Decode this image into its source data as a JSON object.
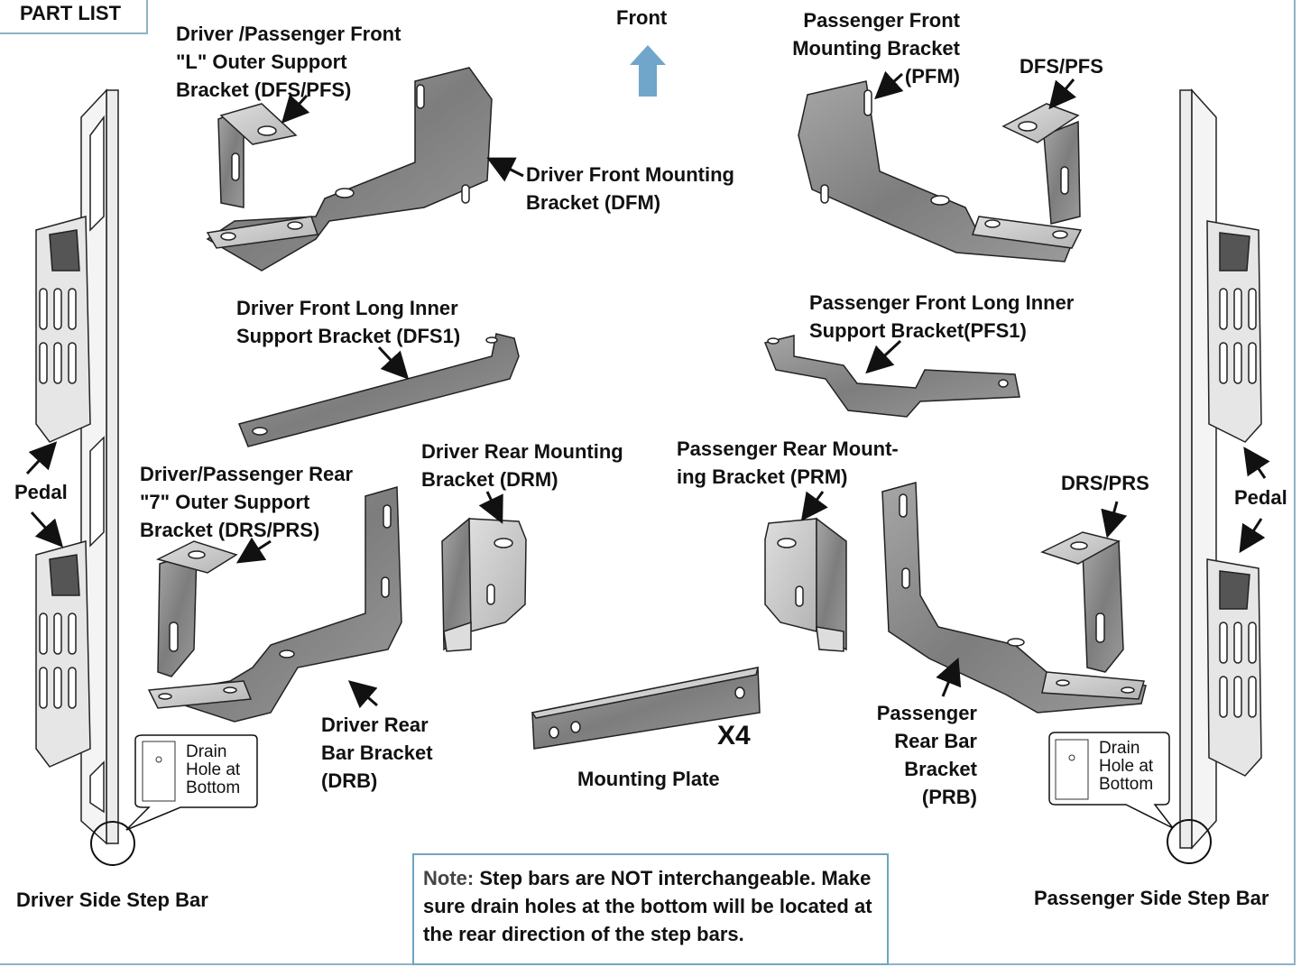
{
  "header": {
    "tag": "PART LIST",
    "front": "Front"
  },
  "labels": {
    "dfs_pfs_l": "Driver /Passenger Front\n\"L\" Outer Support\nBracket (DFS/PFS)",
    "dfm": "Driver Front Mounting\nBracket (DFM)",
    "pfm": "Passenger Front\nMounting Bracket\n(PFM)",
    "dfs_pfs": "DFS/PFS",
    "dfs1": "Driver Front Long Inner\nSupport Bracket (DFS1)",
    "pfs1": "Passenger Front Long Inner\nSupport Bracket(PFS1)",
    "drs_prs_7": "Driver/Passenger  Rear\n\"7\" Outer Support\nBracket (DRS/PRS)",
    "drm": "Driver Rear Mounting\nBracket (DRM)",
    "prm": "Passenger Rear Mount-\ning Bracket (PRM)",
    "drs_prs": "DRS/PRS",
    "pedal_left": "Pedal",
    "pedal_right": "Pedal",
    "drb": "Driver Rear\nBar Bracket\n(DRB)",
    "prb": "Passenger\nRear Bar\nBracket\n(PRB)",
    "x4": "X4",
    "mounting_plate": "Mounting Plate",
    "drain_left": "Drain\nHole at\nBottom",
    "drain_right": "Drain\nHole at\nBottom",
    "driver_side": "Driver Side Step Bar",
    "passenger_side": "Passenger Side Step Bar"
  },
  "note": {
    "lead": "Note:",
    "text": " Step bars are NOT interchangeable. Make sure drain holes at the bottom will be located at the rear direction of the step bars."
  },
  "colors": {
    "frame": "#8fb3c4",
    "arrow_front": "#6fa6c9",
    "metal": "#8e8e8e",
    "metal_light": "#c9c9c9"
  }
}
